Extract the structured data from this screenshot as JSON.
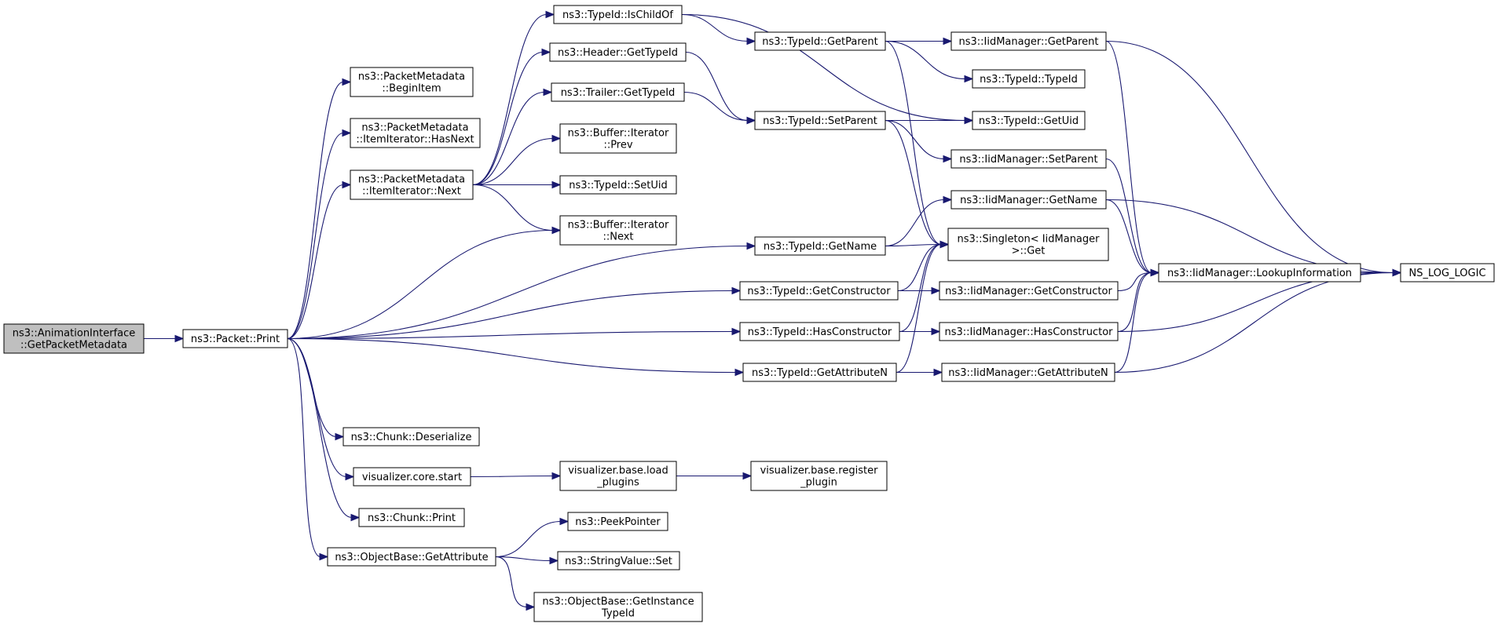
{
  "nodes": [
    {
      "id": "anim_getpm",
      "lines": [
        "ns3::AnimationInterface",
        "::GetPacketMetadata"
      ],
      "root": true
    },
    {
      "id": "packet_print",
      "lines": [
        "ns3::Packet::Print"
      ]
    },
    {
      "id": "pm_beginitem",
      "lines": [
        "ns3::PacketMetadata",
        "::BeginItem"
      ]
    },
    {
      "id": "pm_it_hasnext",
      "lines": [
        "ns3::PacketMetadata",
        "::ItemIterator::HasNext"
      ]
    },
    {
      "id": "pm_it_next",
      "lines": [
        "ns3::PacketMetadata",
        "::ItemIterator::Next"
      ]
    },
    {
      "id": "typeid_ischildof",
      "lines": [
        "ns3::TypeId::IsChildOf"
      ]
    },
    {
      "id": "header_gettypeid",
      "lines": [
        "ns3::Header::GetTypeId"
      ]
    },
    {
      "id": "trailer_gettypeid",
      "lines": [
        "ns3::Trailer::GetTypeId"
      ]
    },
    {
      "id": "buf_it_prev",
      "lines": [
        "ns3::Buffer::Iterator",
        "::Prev"
      ]
    },
    {
      "id": "typeid_setuid",
      "lines": [
        "ns3::TypeId::SetUid"
      ]
    },
    {
      "id": "buf_it_next",
      "lines": [
        "ns3::Buffer::Iterator",
        "::Next"
      ]
    },
    {
      "id": "typeid_getparent",
      "lines": [
        "ns3::TypeId::GetParent"
      ]
    },
    {
      "id": "typeid_setparent",
      "lines": [
        "ns3::TypeId::SetParent"
      ]
    },
    {
      "id": "typeid_getname",
      "lines": [
        "ns3::TypeId::GetName"
      ]
    },
    {
      "id": "typeid_getconstructor",
      "lines": [
        "ns3::TypeId::GetConstructor"
      ]
    },
    {
      "id": "typeid_hasconstructor",
      "lines": [
        "ns3::TypeId::HasConstructor"
      ]
    },
    {
      "id": "typeid_getattributen",
      "lines": [
        "ns3::TypeId::GetAttributeN"
      ]
    },
    {
      "id": "iid_getparent",
      "lines": [
        "ns3::IidManager::GetParent"
      ]
    },
    {
      "id": "typeid_typeid",
      "lines": [
        "ns3::TypeId::TypeId"
      ]
    },
    {
      "id": "typeid_getuid",
      "lines": [
        "ns3::TypeId::GetUid"
      ]
    },
    {
      "id": "iid_setparent",
      "lines": [
        "ns3::IidManager::SetParent"
      ]
    },
    {
      "id": "iid_getname",
      "lines": [
        "ns3::IidManager::GetName"
      ]
    },
    {
      "id": "singleton_get",
      "lines": [
        "ns3::Singleton< IidManager",
        " >::Get"
      ]
    },
    {
      "id": "iid_getconstructor",
      "lines": [
        "ns3::IidManager::GetConstructor"
      ]
    },
    {
      "id": "iid_hasconstructor",
      "lines": [
        "ns3::IidManager::HasConstructor"
      ]
    },
    {
      "id": "iid_getattributen",
      "lines": [
        "ns3::IidManager::GetAttributeN"
      ]
    },
    {
      "id": "iid_lookupinfo",
      "lines": [
        "ns3::IidManager::LookupInformation"
      ]
    },
    {
      "id": "ns_log_logic",
      "lines": [
        "NS_LOG_LOGIC"
      ]
    },
    {
      "id": "chunk_deserialize",
      "lines": [
        "ns3::Chunk::Deserialize"
      ]
    },
    {
      "id": "vis_core_start",
      "lines": [
        "visualizer.core.start"
      ]
    },
    {
      "id": "vis_base_load",
      "lines": [
        "visualizer.base.load",
        "_plugins"
      ]
    },
    {
      "id": "vis_base_register",
      "lines": [
        "visualizer.base.register",
        "_plugin"
      ]
    },
    {
      "id": "chunk_print",
      "lines": [
        "ns3::Chunk::Print"
      ]
    },
    {
      "id": "objbase_getattribute",
      "lines": [
        "ns3::ObjectBase::GetAttribute"
      ]
    },
    {
      "id": "peekpointer",
      "lines": [
        "ns3::PeekPointer"
      ]
    },
    {
      "id": "stringvalue_set",
      "lines": [
        "ns3::StringValue::Set"
      ]
    },
    {
      "id": "objbase_getinstancetypeid",
      "lines": [
        "ns3::ObjectBase::GetInstance",
        "TypeId"
      ]
    }
  ],
  "edges": [
    [
      "anim_getpm",
      "packet_print"
    ],
    [
      "packet_print",
      "pm_beginitem"
    ],
    [
      "packet_print",
      "pm_it_hasnext"
    ],
    [
      "packet_print",
      "pm_it_next"
    ],
    [
      "packet_print",
      "buf_it_next"
    ],
    [
      "packet_print",
      "typeid_getname"
    ],
    [
      "packet_print",
      "typeid_getconstructor"
    ],
    [
      "packet_print",
      "typeid_hasconstructor"
    ],
    [
      "packet_print",
      "typeid_getattributen"
    ],
    [
      "packet_print",
      "chunk_deserialize"
    ],
    [
      "packet_print",
      "vis_core_start"
    ],
    [
      "packet_print",
      "chunk_print"
    ],
    [
      "packet_print",
      "objbase_getattribute"
    ],
    [
      "pm_it_next",
      "typeid_ischildof"
    ],
    [
      "pm_it_next",
      "header_gettypeid"
    ],
    [
      "pm_it_next",
      "trailer_gettypeid"
    ],
    [
      "pm_it_next",
      "buf_it_prev"
    ],
    [
      "pm_it_next",
      "typeid_setuid"
    ],
    [
      "pm_it_next",
      "buf_it_next"
    ],
    [
      "typeid_ischildof",
      "typeid_getparent"
    ],
    [
      "typeid_ischildof",
      "typeid_getuid"
    ],
    [
      "header_gettypeid",
      "typeid_setparent"
    ],
    [
      "trailer_gettypeid",
      "typeid_setparent"
    ],
    [
      "typeid_getparent",
      "iid_getparent"
    ],
    [
      "typeid_getparent",
      "typeid_typeid"
    ],
    [
      "typeid_getparent",
      "singleton_get"
    ],
    [
      "typeid_setparent",
      "typeid_getuid"
    ],
    [
      "typeid_setparent",
      "iid_setparent"
    ],
    [
      "typeid_setparent",
      "singleton_get"
    ],
    [
      "typeid_getname",
      "iid_getname"
    ],
    [
      "typeid_getname",
      "singleton_get"
    ],
    [
      "typeid_getconstructor",
      "singleton_get"
    ],
    [
      "typeid_getconstructor",
      "iid_getconstructor"
    ],
    [
      "typeid_hasconstructor",
      "singleton_get"
    ],
    [
      "typeid_hasconstructor",
      "iid_hasconstructor"
    ],
    [
      "typeid_getattributen",
      "singleton_get"
    ],
    [
      "typeid_getattributen",
      "iid_getattributen"
    ],
    [
      "iid_getparent",
      "iid_lookupinfo"
    ],
    [
      "iid_getparent",
      "ns_log_logic"
    ],
    [
      "iid_setparent",
      "iid_lookupinfo"
    ],
    [
      "iid_getname",
      "iid_lookupinfo"
    ],
    [
      "iid_getname",
      "ns_log_logic"
    ],
    [
      "iid_getconstructor",
      "iid_lookupinfo"
    ],
    [
      "iid_hasconstructor",
      "iid_lookupinfo"
    ],
    [
      "iid_hasconstructor",
      "ns_log_logic"
    ],
    [
      "iid_getattributen",
      "iid_lookupinfo"
    ],
    [
      "iid_getattributen",
      "ns_log_logic"
    ],
    [
      "iid_lookupinfo",
      "ns_log_logic"
    ],
    [
      "vis_core_start",
      "vis_base_load"
    ],
    [
      "vis_base_load",
      "vis_base_register"
    ],
    [
      "objbase_getattribute",
      "peekpointer"
    ],
    [
      "objbase_getattribute",
      "stringvalue_set"
    ],
    [
      "objbase_getattribute",
      "objbase_getinstancetypeid"
    ]
  ]
}
